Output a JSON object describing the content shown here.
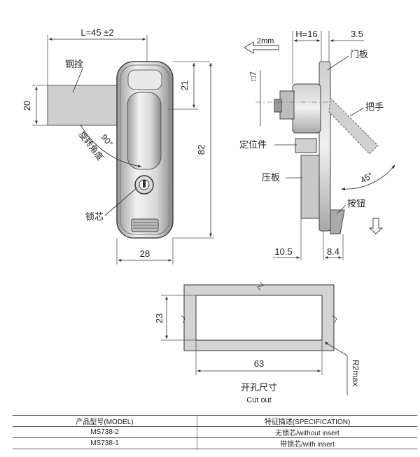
{
  "front_view": {
    "dim_width_top": "L=45 ±2",
    "dim_bolt_height": "20",
    "dim_top_offset": "21",
    "dim_total_height": "82",
    "dim_body_width": "28",
    "label_bolt": "钢拴",
    "label_rotation": "旋转角度",
    "label_angle": "90°",
    "label_core": "锁芯"
  },
  "side_view": {
    "dim_h": "H=16",
    "dim_plate": "3.5",
    "dim_square": "□7",
    "arrow_note": "2mm",
    "dim_left": "10.5",
    "dim_right": "8.4",
    "label_door": "门板",
    "label_handle": "把手",
    "label_locator": "定位件",
    "label_pressplate": "压板",
    "label_button": "按钮",
    "label_angle": "45°"
  },
  "cutout": {
    "dim_height": "23",
    "dim_width": "63",
    "dim_radius": "R2max",
    "title_cn": "开孔尺寸",
    "title_en": "Cut out"
  },
  "spec_table": {
    "header_model": "产品型号(MODEL)",
    "header_spec": "特征描述(SPECIFICATION)",
    "rows": [
      {
        "model": "MS738-2",
        "spec": "无锁芯/without insert"
      },
      {
        "model": "MS738-1",
        "spec": "带锁芯/with insert"
      }
    ]
  }
}
